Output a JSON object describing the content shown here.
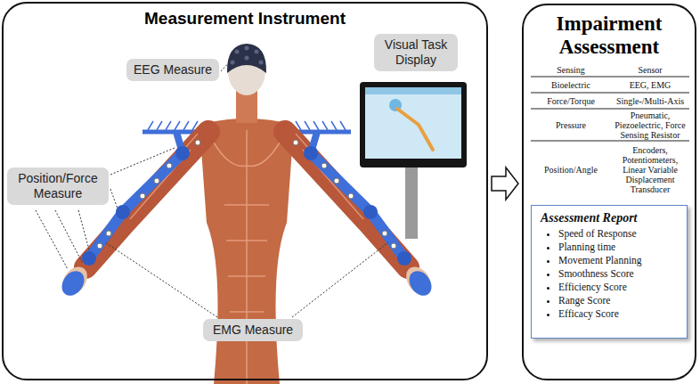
{
  "diagram": {
    "nodes": [
      {
        "text": [
          "Measurement Instrument"
        ]
      },
      {
        "text": [
          "EEG Measure"
        ],
        "in": 0
      },
      {
        "text": [
          "Visual Task Display"
        ],
        "in": 0
      },
      {
        "text": [
          "Position/Force Measure"
        ],
        "in": 0
      },
      {
        "text": [
          "EMG Measure"
        ],
        "in": 0
      },
      {
        "text": [
          "Impairment Assessment"
        ]
      },
      {
        "text": [
          "Assessment Report",
          "Speed of Response",
          "Planning time",
          "Movement Planning",
          "Smoothness Score",
          "Efficiency Score",
          "Range Score",
          "Efficacy Score"
        ],
        "in": 5
      }
    ],
    "edges": [
      {
        "from": 0,
        "to": 5,
        "arrow": "to"
      }
    ],
    "labels": [
      "Sensing",
      "Sensor",
      "Bioelectric",
      "EEG, EMG",
      "Force/Torque",
      "Single-/Multi-Axis",
      "Pressure",
      "Pneumatic, Piezoelectric, Force Sensing Resistor",
      "Position/Angle",
      "Encoders, Potentiometers, Linear Variable Displacement Transducer"
    ]
  }
}
